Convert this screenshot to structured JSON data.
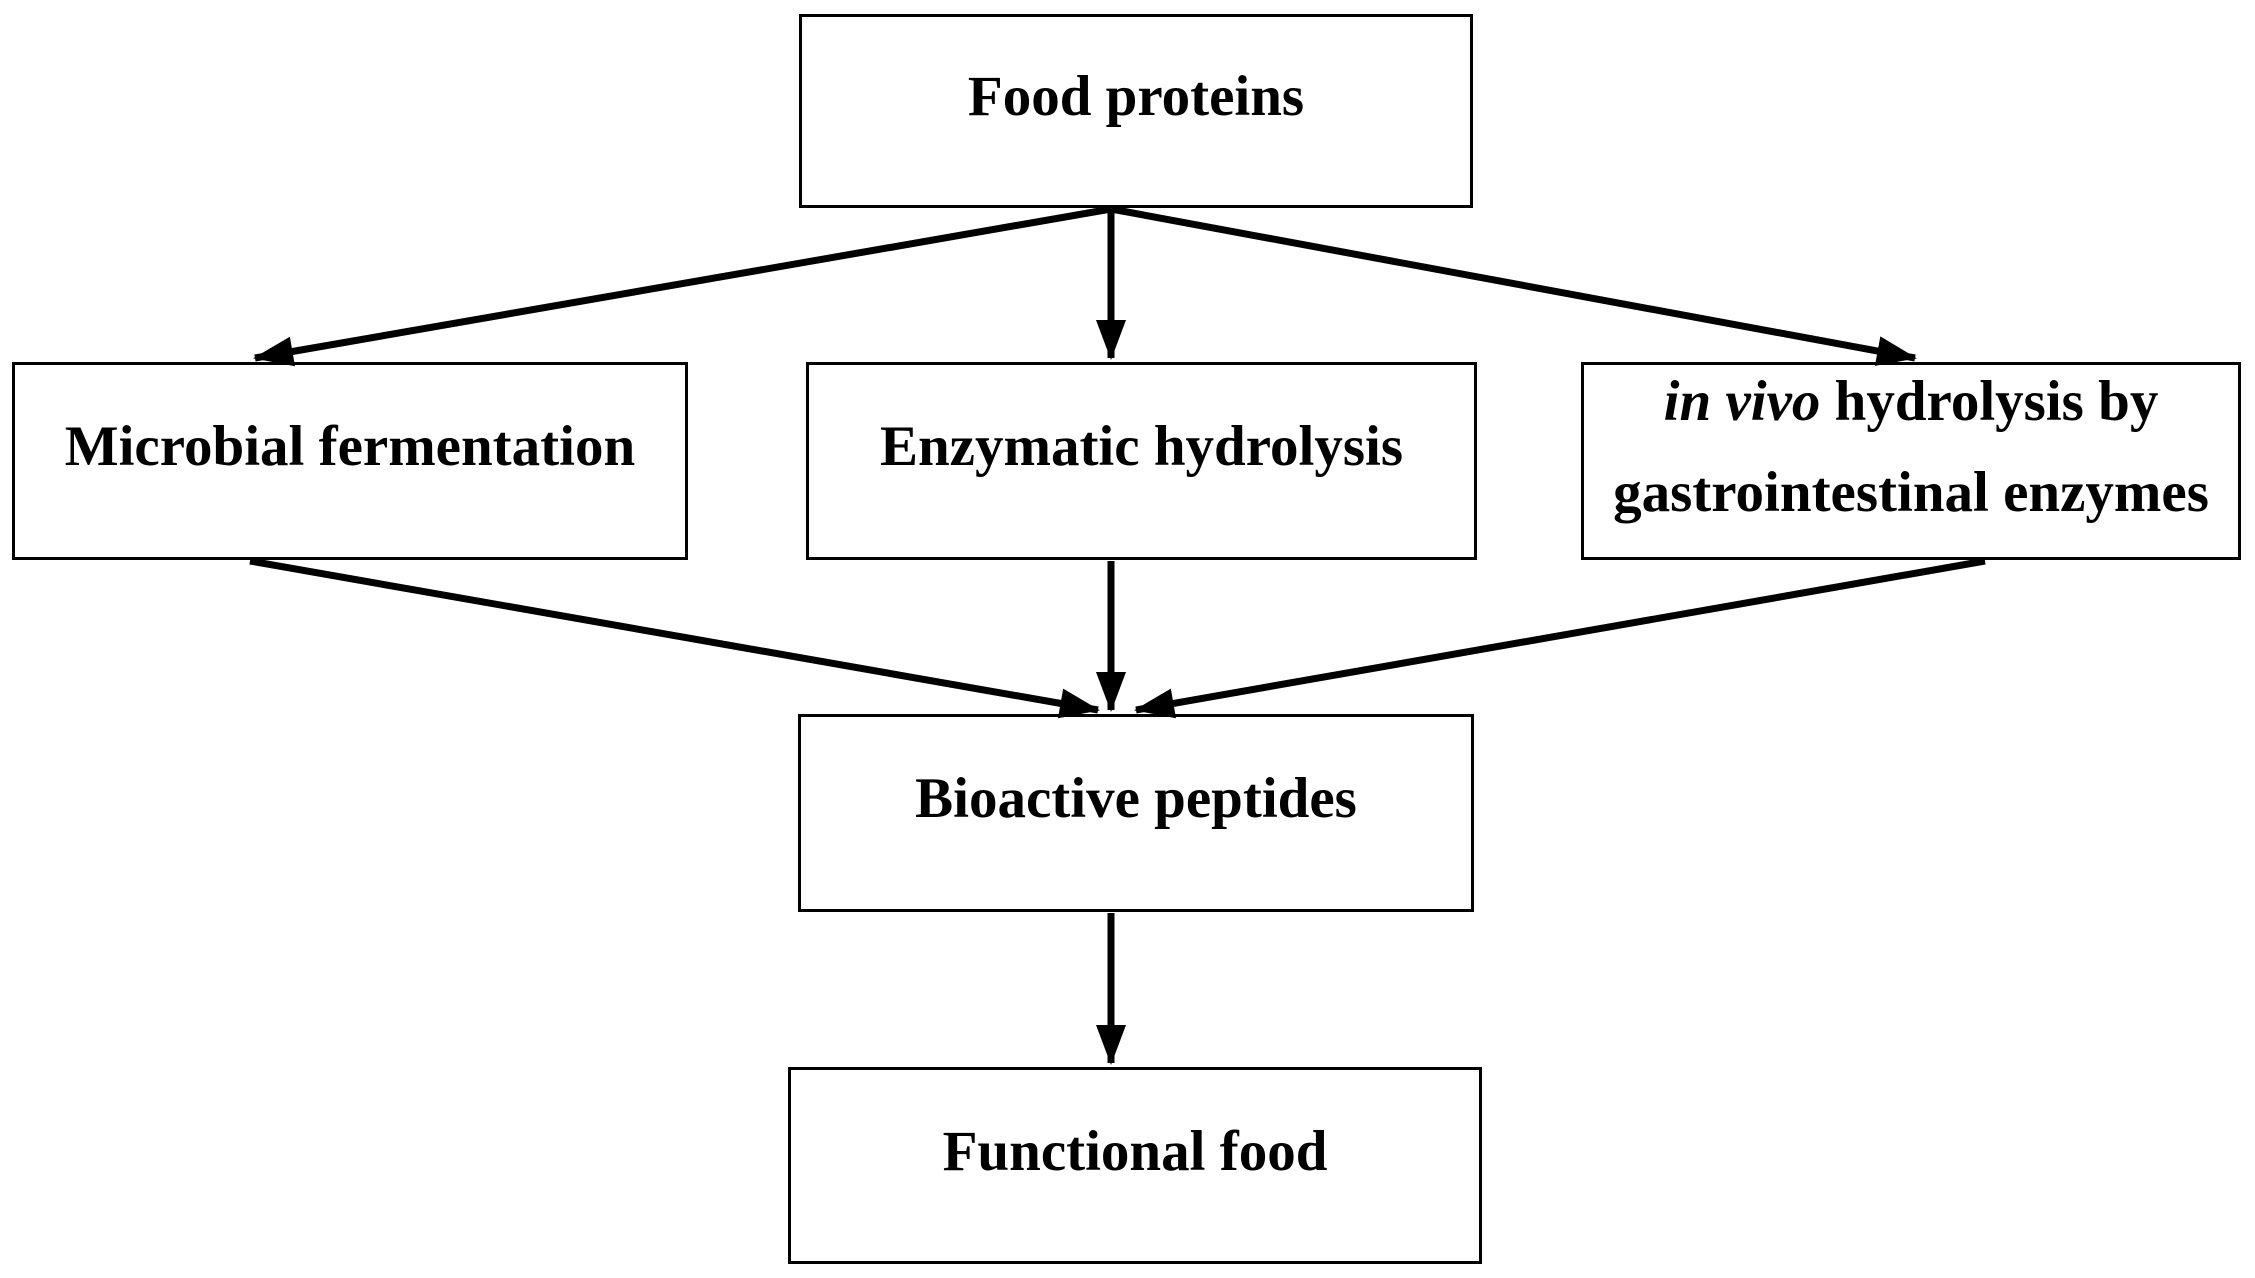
{
  "diagram": {
    "type": "flowchart",
    "background_color": "#ffffff",
    "line_color": "#000000",
    "text_color": "#000000",
    "nodes": {
      "food_proteins": {
        "label": "Food proteins"
      },
      "microbial_fermentation": {
        "label": "Microbial fermentation"
      },
      "enzymatic_hydrolysis": {
        "label": "Enzymatic hydrolysis"
      },
      "in_vivo_hydrolysis": {
        "label_italic": "in vivo",
        "label_line1_rest": " hydrolysis by",
        "label_line2": "gastrointestinal enzymes",
        "label_full": "in vivo hydrolysis by gastrointestinal enzymes"
      },
      "bioactive_peptides": {
        "label": "Bioactive peptides"
      },
      "functional_food": {
        "label": "Functional food"
      }
    },
    "edges": [
      {
        "from": "food_proteins",
        "to": "microbial_fermentation"
      },
      {
        "from": "food_proteins",
        "to": "enzymatic_hydrolysis"
      },
      {
        "from": "food_proteins",
        "to": "in_vivo_hydrolysis"
      },
      {
        "from": "microbial_fermentation",
        "to": "bioactive_peptides"
      },
      {
        "from": "enzymatic_hydrolysis",
        "to": "bioactive_peptides"
      },
      {
        "from": "in_vivo_hydrolysis",
        "to": "bioactive_peptides"
      },
      {
        "from": "bioactive_peptides",
        "to": "functional_food"
      }
    ]
  }
}
